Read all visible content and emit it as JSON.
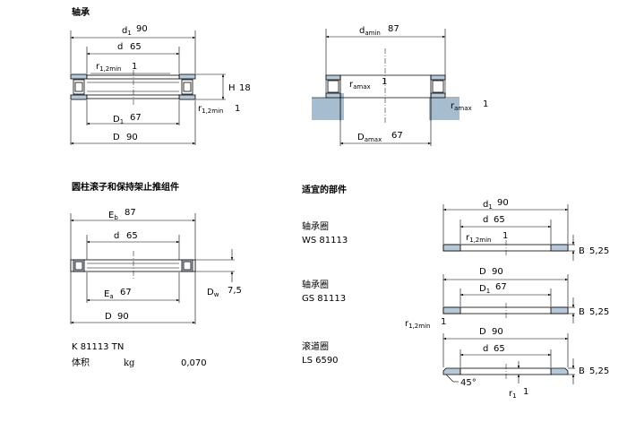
{
  "colors": {
    "part_fill": "#b7c9d8",
    "housing_fill": "#a6bccf",
    "line": "#000000"
  },
  "bearing": {
    "heading": "轴承",
    "d1": "90",
    "d": "65",
    "r12": "1",
    "H": "18",
    "r12_right": "1",
    "D1": "67",
    "D": "90",
    "sym_d1": "d",
    "sym_d": "d",
    "sym_r": "r",
    "sub_12min": "1,2min",
    "sym_H": "H",
    "sym_D1": "D",
    "sym_D": "D",
    "sub_1": "1"
  },
  "abutment": {
    "sym_da": "d",
    "sub_amin": "amin",
    "da_min": "87",
    "sym_ra": "r",
    "sub_amax": "amax",
    "ra_left": "1",
    "ra_right": "1",
    "sym_Da": "D",
    "Da_max": "67"
  },
  "cage": {
    "heading": "圆柱滚子和保持架止推组件",
    "sym_Eb": "E",
    "sub_b": "b",
    "Eb": "87",
    "sym_d": "d",
    "d": "65",
    "sym_Ea": "E",
    "sub_a": "a",
    "Ea": "67",
    "sym_Dw": "D",
    "sub_w": "w",
    "Dw": "7,5",
    "sym_D": "D",
    "D": "90",
    "designation": "K 81113 TN",
    "mass_label": "体积",
    "mass_unit": "kg",
    "mass_value": "0,070"
  },
  "suitable": {
    "heading": "适宜的部件",
    "ws": {
      "label": "轴承圈",
      "code": "WS 81113",
      "sym_d1": "d",
      "sub_1": "1",
      "d1": "90",
      "sym_d": "d",
      "d": "65",
      "sym_r": "r",
      "sub_12min": "1,2min",
      "r": "1",
      "sym_B": "B",
      "B": "5,25"
    },
    "gs": {
      "label": "轴承圈",
      "code": "GS 81113",
      "sym_D": "D",
      "D": "90",
      "sym_D1": "D",
      "sub_1": "1",
      "D1": "67",
      "sym_r": "r",
      "sub_12min": "1,2min",
      "r": "1",
      "sym_B": "B",
      "B": "5,25"
    },
    "ls": {
      "label": "滚道圈",
      "code": "LS 6590",
      "sym_D": "D",
      "D": "90",
      "sym_d": "d",
      "d": "65",
      "angle": "45°",
      "sym_r": "r",
      "sub_1": "1",
      "r": "1",
      "sym_B": "B",
      "B": "5,25"
    }
  }
}
